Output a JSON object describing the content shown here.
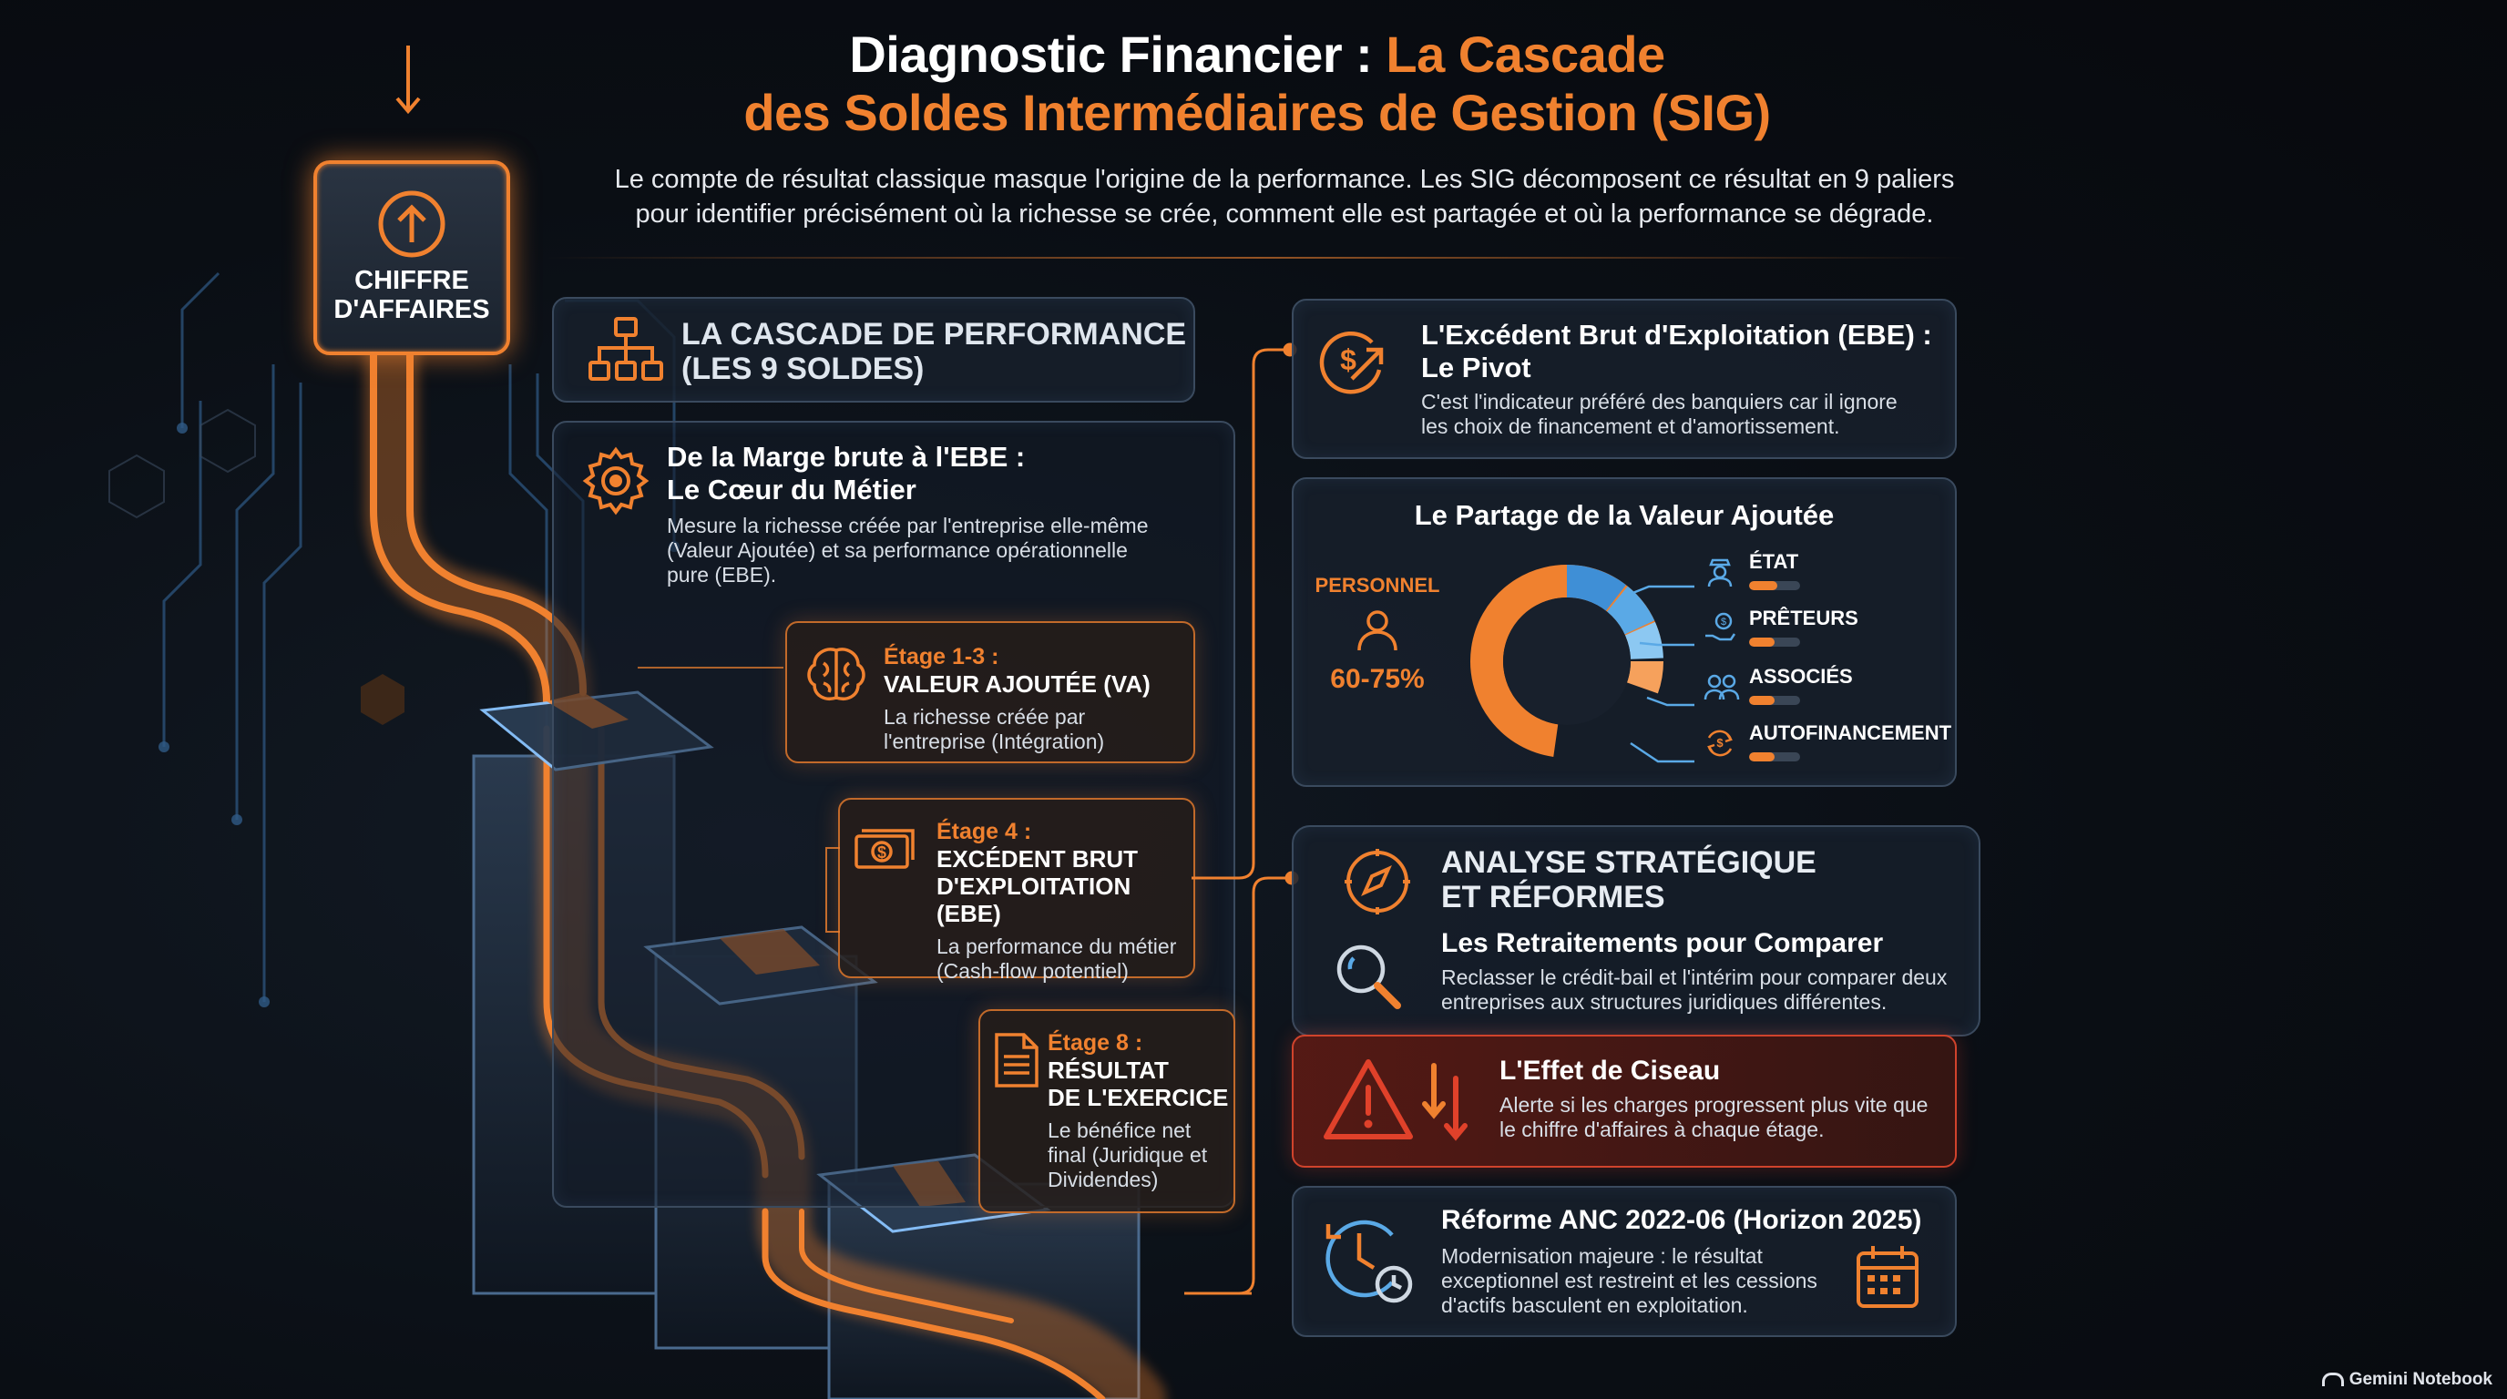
{
  "header": {
    "title_white": "Diagnostic Financier :",
    "title_orange_1": "La Cascade",
    "title_orange_2": "des Soldes Intermédiaires de Gestion (SIG)",
    "subtitle_1": "Le compte de résultat classique masque l'origine de la performance. Les SIG décomposent ce résultat en 9 paliers",
    "subtitle_2": "pour identifier précisément où la richesse se crée, comment elle est partagée et où la performance se dégrade."
  },
  "start_box": {
    "label_1": "CHIFFRE",
    "label_2": "D'AFFAIRES",
    "icon": "arrow-up-circle-icon"
  },
  "cascade": {
    "header_1": "LA CASCADE DE PERFORMANCE",
    "header_2": "(LES 9 SOLDES)",
    "main": {
      "title_1": "De la Marge brute à l'EBE :",
      "title_2": "Le Cœur du Métier",
      "text_1": "Mesure la richesse créée par l'entreprise elle-même",
      "text_2": "(Valeur Ajoutée) et sa performance opérationnelle",
      "text_3": "pure (EBE)."
    },
    "stages": [
      {
        "label": "Étage 1-3 :",
        "title_1": "VALEUR AJOUTÉE (VA)",
        "title_2": "",
        "text_1": "La richesse créée par",
        "text_2": "l'entreprise (Intégration)",
        "text_3": "",
        "icon": "brain-icon"
      },
      {
        "label": "Étage 4 :",
        "title_1": "EXCÉDENT BRUT",
        "title_2": "D'EXPLOITATION (EBE)",
        "text_1": "La performance du métier",
        "text_2": "(Cash-flow potentiel)",
        "text_3": "",
        "icon": "cash-icon"
      },
      {
        "label": "Étage 8 :",
        "title_1": "RÉSULTAT",
        "title_2": "DE L'EXERCICE",
        "text_1": "Le bénéfice net",
        "text_2": "final (Juridique et",
        "text_3": "Dividendes)",
        "icon": "document-icon"
      }
    ]
  },
  "ebe": {
    "title_1": "L'Excédent Brut d'Exploitation (EBE) :",
    "title_2": "Le Pivot",
    "text_1": "C'est l'indicateur préféré des banquiers car il ignore",
    "text_2": "les choix de financement et d'amortissement."
  },
  "partage": {
    "title": "Le Partage de la Valeur Ajoutée",
    "personnel_label": "PERSONNEL",
    "personnel_value": "60-75%",
    "legend": [
      {
        "label": "ÉTAT",
        "fill": 0.55
      },
      {
        "label": "PRÊTEURS",
        "fill": 0.5
      },
      {
        "label": "ASSOCIÉS",
        "fill": 0.5
      },
      {
        "label": "AUTOFINANCEMENT",
        "fill": 0.5
      }
    ]
  },
  "analyse": {
    "header_1": "ANALYSE STRATÉGIQUE",
    "header_2": "ET RÉFORMES",
    "retraitements": {
      "title": "Les Retraitements pour Comparer",
      "text_1": "Reclasser le crédit-bail et l'intérim pour comparer deux",
      "text_2": "entreprises aux structures juridiques différentes."
    },
    "ciseau": {
      "title": "L'Effet de Ciseau",
      "text_1": "Alerte si les charges progressent plus vite que",
      "text_2": "le chiffre d'affaires à chaque étage."
    },
    "reforme": {
      "title": "Réforme ANC 2022-06 (Horizon 2025)",
      "text_1": "Modernisation majeure : le résultat",
      "text_2": "exceptionnel est restreint et les cessions",
      "text_3": "d'actifs basculent en exploitation."
    }
  },
  "footer": {
    "brand": "Gemini Notebook"
  },
  "colors": {
    "accent": "#f0812f",
    "blue": "#5aa9e6",
    "alert": "#e0412a"
  }
}
